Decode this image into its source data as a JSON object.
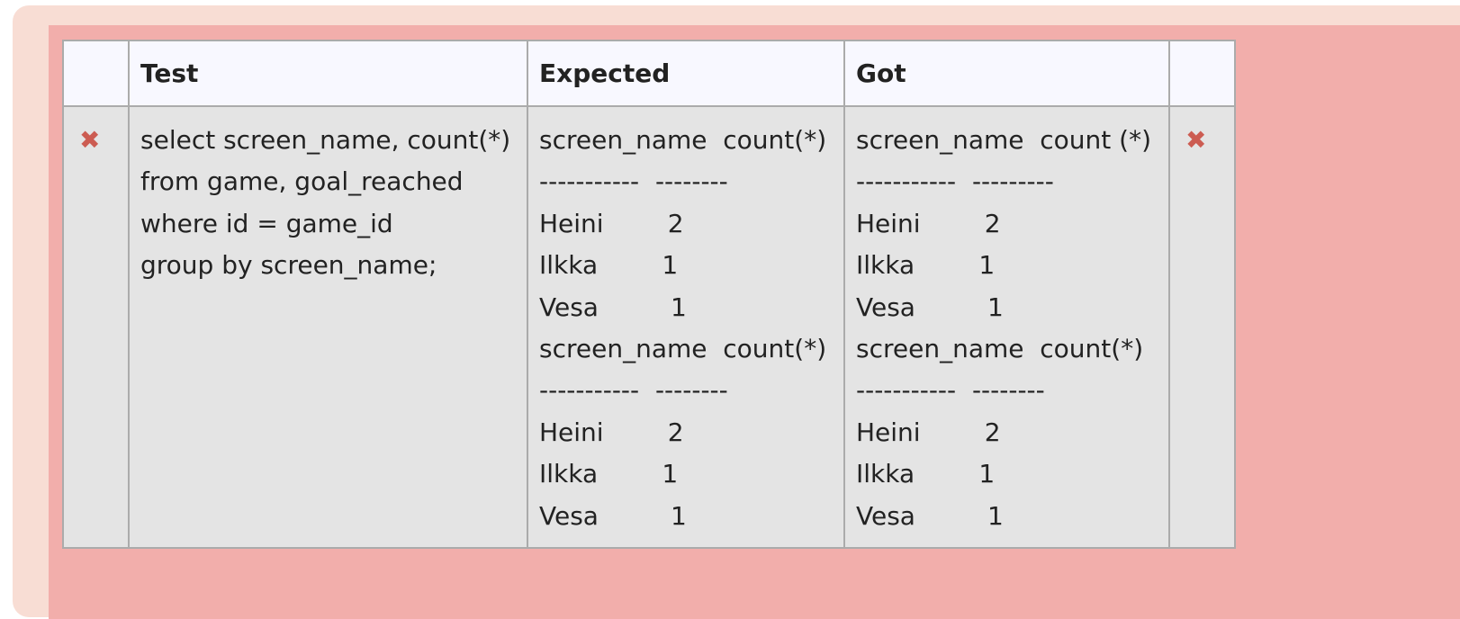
{
  "table": {
    "headers": {
      "icon": "",
      "test": "Test",
      "expected": "Expected",
      "got": "Got",
      "status": ""
    },
    "row": {
      "status_icon": "✖",
      "status_icon_name": "cross-icon",
      "status_color": "#cc5c52",
      "test": "select screen_name, count(*)\nfrom game, goal_reached\nwhere id = game_id\ngroup by screen_name;",
      "expected": "screen_name  count(*)\n-----------  --------\nHeini        2\nIlkka        1\nVesa         1\nscreen_name  count(*)\n-----------  --------\nHeini        2\nIlkka        1\nVesa         1",
      "got": "screen_name  count (*)\n-----------  ---------\nHeini        2\nIlkka        1\nVesa         1\nscreen_name  count(*)\n-----------  --------\nHeini        2\nIlkka        1\nVesa         1",
      "result_icon": "✖"
    }
  },
  "colors": {
    "outer_bg": "#f8ddd4",
    "inner_bg": "#f2aeab",
    "header_bg": "#f8f8ff",
    "cell_bg": "#e4e4e4"
  }
}
